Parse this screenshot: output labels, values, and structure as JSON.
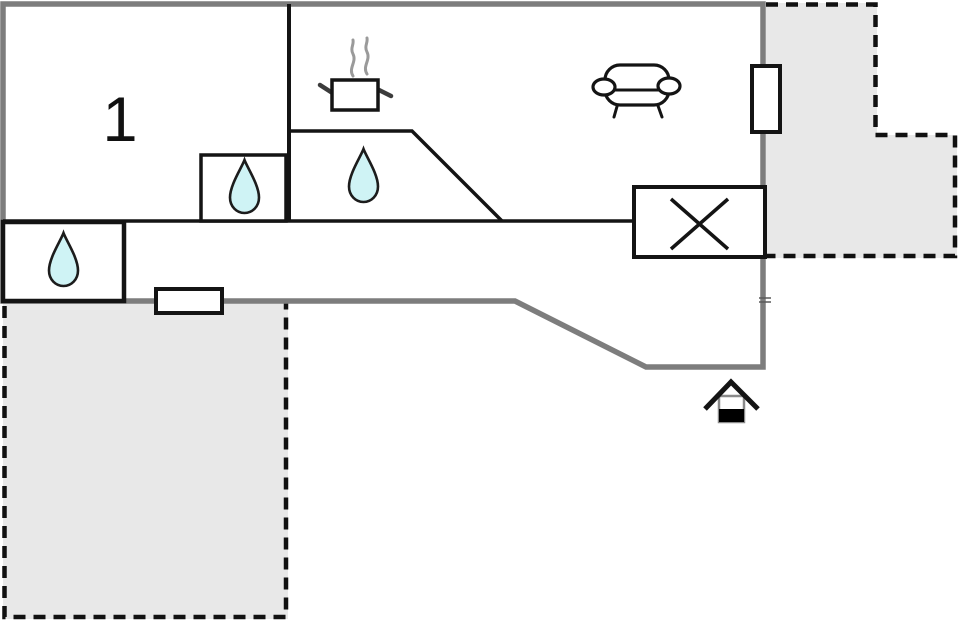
{
  "floorplan": {
    "kind": "floor-plan",
    "rooms": {
      "room1": {
        "label": "1"
      }
    },
    "icons": {
      "water_drops": 3,
      "names": [
        "water-drop-icon",
        "cooking-pot-icon",
        "steam-icon",
        "sofa-icon",
        "stairs-cross-icon",
        "window-icon",
        "house-entrance-icon"
      ]
    },
    "colors": {
      "outer_wall": "#7d7d7d",
      "inner_wall": "#141414",
      "terrace_fill": "#e8e8e8",
      "water_drop_fill": "#cff3f5",
      "floor": "#ffffff",
      "steam": "#9a9a9a"
    }
  }
}
